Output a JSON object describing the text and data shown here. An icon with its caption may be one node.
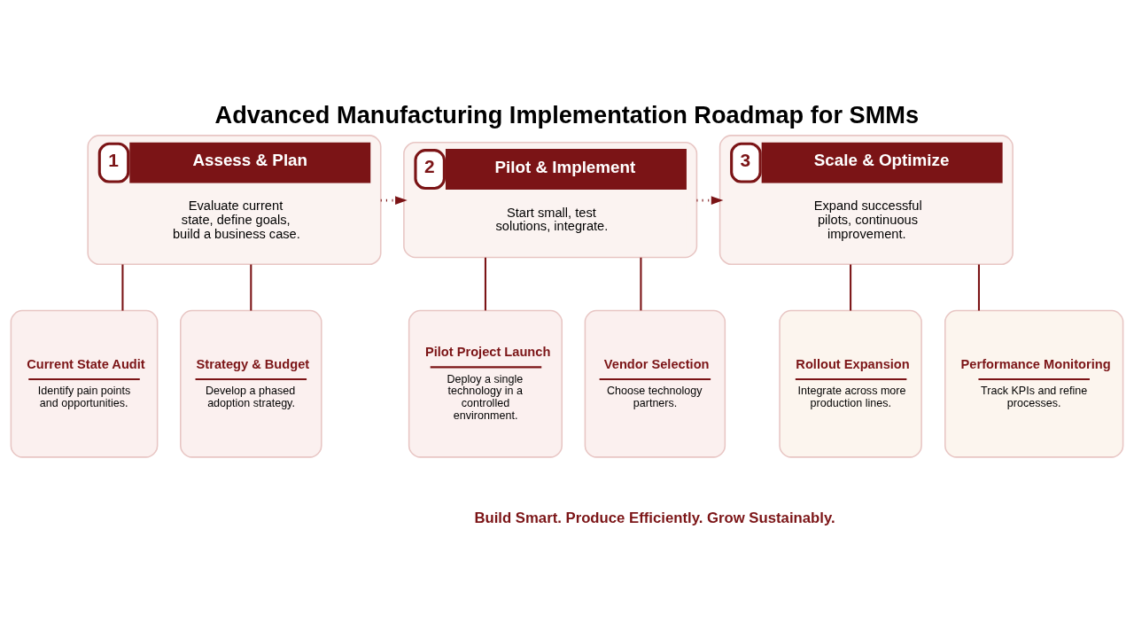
{
  "diagram": {
    "title": "Advanced Manufacturing Implementation Roadmap for SMMs",
    "caption": "Build Smart. Produce Efficiently. Grow Sustainably.",
    "nodes": [
      {
        "text": [
          "1",
          "Assess & Plan",
          "Evaluate current state, define goals, build a business case."
        ]
      },
      {
        "text": [
          "2",
          "Pilot & Implement",
          "Start small, test solutions, integrate."
        ]
      },
      {
        "text": [
          "3",
          "Scale & Optimize",
          "Expand successful pilots, continuous improvement."
        ]
      },
      {
        "text": [
          "Current State Audit",
          "Identify pain points and opportunities."
        ]
      },
      {
        "text": [
          "Strategy & Budget",
          "Develop a phased adoption strategy."
        ]
      },
      {
        "text": [
          "Pilot Project Launch",
          "Deploy a single technology in a controlled environment."
        ]
      },
      {
        "text": [
          "Vendor Selection",
          "Choose technology partners."
        ]
      },
      {
        "text": [
          "Rollout Expansion",
          "Integrate across more production lines."
        ]
      },
      {
        "text": [
          "Performance Monitoring",
          "Track KPIs and refine processes."
        ]
      }
    ],
    "edges": [
      {
        "from": 0,
        "to": 1,
        "arrow": "to",
        "style": "dashed"
      },
      {
        "from": 1,
        "to": 2,
        "arrow": "to",
        "style": "dashed"
      },
      {
        "from": 0,
        "to": 3,
        "arrow": "none"
      },
      {
        "from": 0,
        "to": 4,
        "arrow": "none"
      },
      {
        "from": 1,
        "to": 5,
        "arrow": "none"
      },
      {
        "from": 1,
        "to": 6,
        "arrow": "none"
      },
      {
        "from": 2,
        "to": 7,
        "arrow": "none"
      },
      {
        "from": 2,
        "to": 8,
        "arrow": "none"
      }
    ]
  }
}
